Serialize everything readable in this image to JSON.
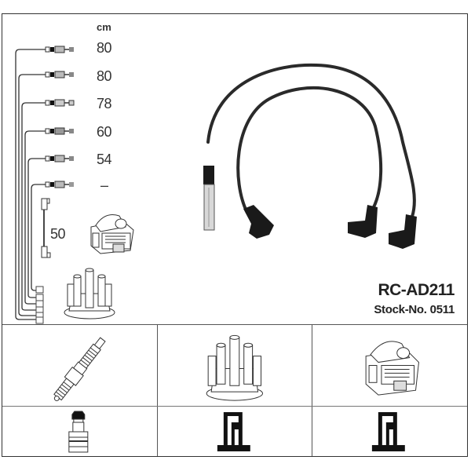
{
  "product": {
    "code": "RC-AD211",
    "stock_label": "Stock-No.",
    "stock_number": "0511"
  },
  "lengths": {
    "unit": "cm",
    "cables": [
      {
        "label": "80"
      },
      {
        "label": "80"
      },
      {
        "label": "78"
      },
      {
        "label": "60"
      },
      {
        "label": "54"
      },
      {
        "label": "–"
      }
    ],
    "coil_lead": {
      "label": "50"
    }
  },
  "components": {
    "row_top": [
      "spark-plug",
      "distributor-cap",
      "ignition-coil"
    ],
    "row_bottom": [
      "plug-connector-type",
      "cap-connector-type",
      "coil-connector-type"
    ]
  },
  "colors": {
    "line": "#333333",
    "cable": "#2a2a2a",
    "background": "#ffffff"
  }
}
